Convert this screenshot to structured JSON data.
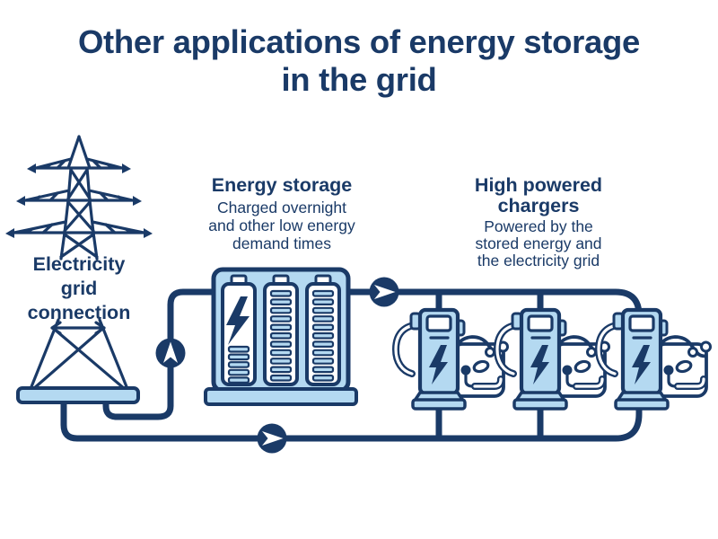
{
  "title": {
    "line1": "Other applications of energy storage",
    "line2": "in the grid"
  },
  "colors": {
    "navy": "#1a3a67",
    "light_blue": "#b4d9f1",
    "background": "#ffffff"
  },
  "grid_connection": {
    "label_lines": [
      "Electricity",
      "grid",
      "connection"
    ],
    "icon": "transmission-tower-icon"
  },
  "energy_storage": {
    "heading": "Energy storage",
    "description_lines": [
      "Charged overnight",
      "and other low energy",
      "demand times"
    ],
    "icon": "battery-bank-icon",
    "battery_count": 3
  },
  "high_powered_chargers": {
    "heading_lines": [
      "High powered",
      "chargers"
    ],
    "description_lines": [
      "Powered by the",
      "stored energy and",
      "the electricity grid"
    ],
    "icon": "ev-charger-icon",
    "charger_count": 3,
    "car_count": 3
  },
  "flow_arrows": [
    {
      "icon": "flow-arrow-up-icon",
      "direction": "up"
    },
    {
      "icon": "flow-arrow-right-icon",
      "direction": "right"
    },
    {
      "icon": "flow-arrow-right-icon",
      "direction": "right"
    }
  ]
}
